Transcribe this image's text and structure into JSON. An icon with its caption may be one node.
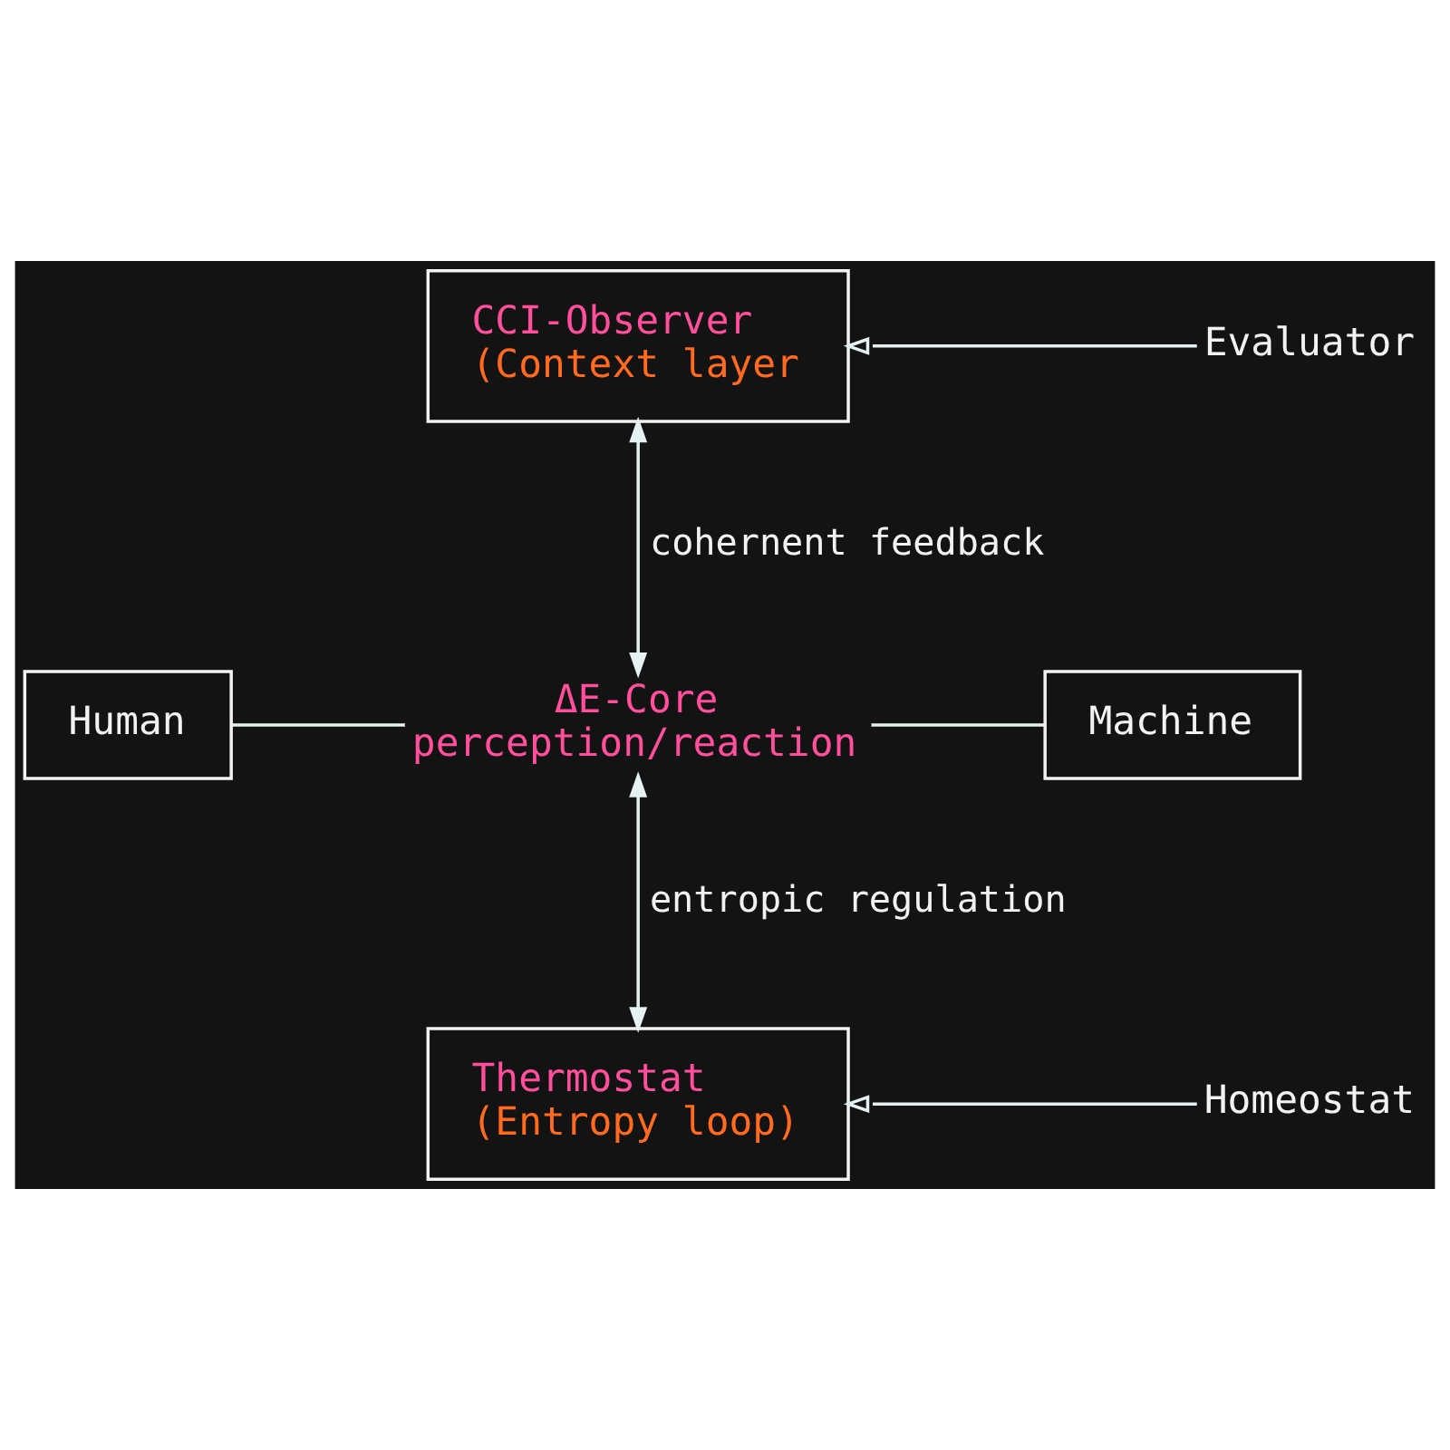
{
  "diagram": {
    "nodes": [
      {
        "text": [
          "CCI-Observer",
          "(Context layer"
        ]
      },
      {
        "text": [
          "Evaluator"
        ]
      },
      {
        "text": [
          "Human"
        ]
      },
      {
        "text": [
          "ΔE-Core",
          "perception/reaction"
        ]
      },
      {
        "text": [
          "Machine"
        ]
      },
      {
        "text": [
          "Thermostat",
          "(Entropy loop)"
        ]
      },
      {
        "text": [
          "Homeostat"
        ]
      }
    ],
    "edges": [
      {
        "from": 1,
        "to": 0,
        "arrow": "to"
      },
      {
        "from": 0,
        "to": 3,
        "arrow": "both",
        "label": "cohernent feedback"
      },
      {
        "from": 2,
        "to": 3,
        "arrow": "none"
      },
      {
        "from": 3,
        "to": 4,
        "arrow": "none"
      },
      {
        "from": 3,
        "to": 5,
        "arrow": "both",
        "label": "entropic regulation"
      },
      {
        "from": 6,
        "to": 5,
        "arrow": "to"
      }
    ]
  }
}
